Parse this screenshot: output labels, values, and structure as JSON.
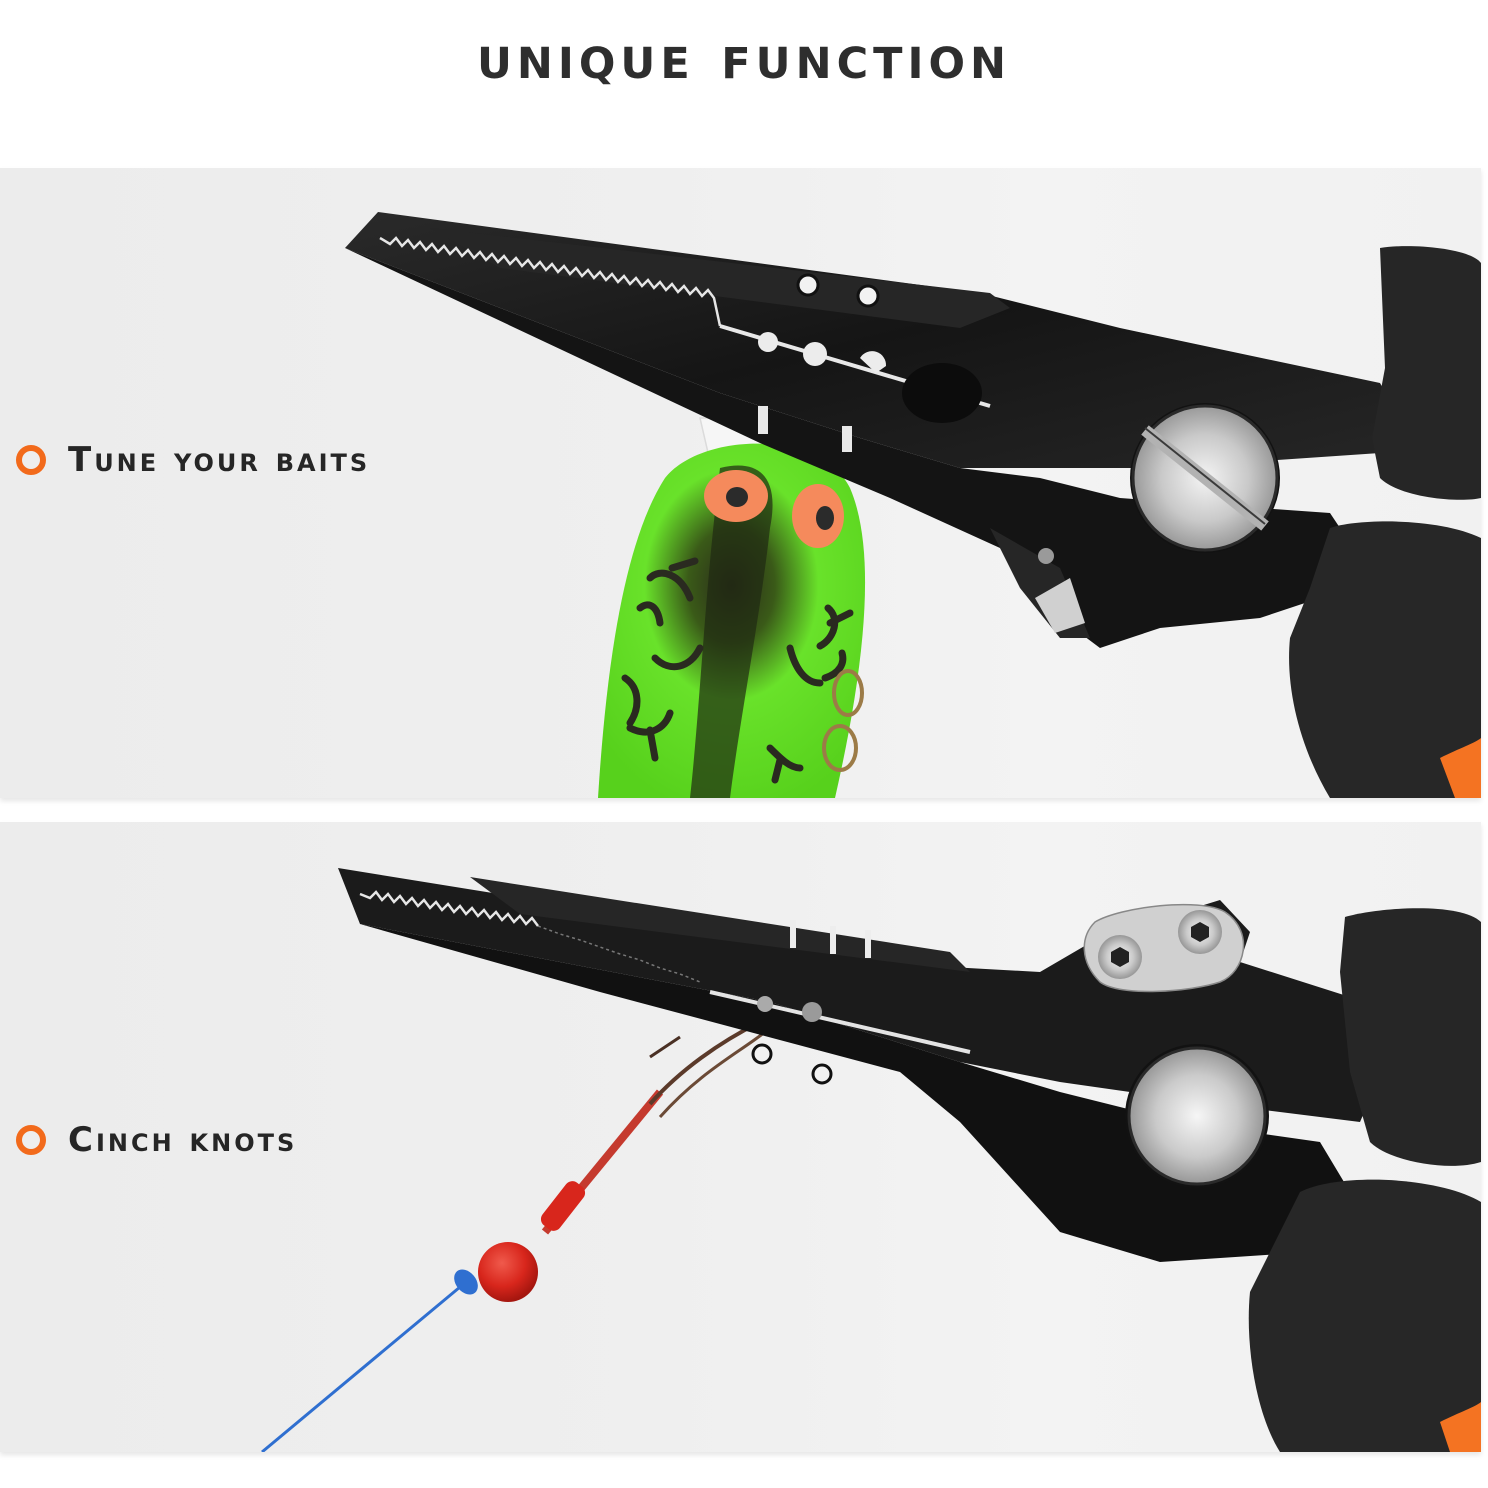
{
  "header": {
    "title": "Unique Function"
  },
  "panels": [
    {
      "id": "tune-baits",
      "label": "Tune your baits",
      "bullet_color": "#f26a1b",
      "image_subject": "black fishing pliers holding a green frog-pattern crankbait lure",
      "icons": [
        "pliers-icon",
        "crankbait-lure-icon",
        "pivot-screw-icon",
        "orange-ring-bullet-icon"
      ]
    },
    {
      "id": "cinch-knots",
      "label": "Cinch knots",
      "bullet_color": "#f26a1b",
      "image_subject": "black fishing pliers with hook, red jig head and blue braided line",
      "icons": [
        "pliers-icon",
        "jig-hook-icon",
        "fishing-line-icon",
        "hex-screw-plate-icon",
        "orange-ring-bullet-icon"
      ]
    }
  ],
  "colors": {
    "title_text": "#2e2e2e",
    "label_text": "#262626",
    "accent_orange": "#f26a1b",
    "panel_bg": "#eeeeee",
    "page_bg": "#ffffff",
    "pliers_black": "#1c1c1c",
    "lure_green": "#5fe022",
    "jig_red": "#d8261c",
    "line_blue": "#2f6fd0"
  }
}
